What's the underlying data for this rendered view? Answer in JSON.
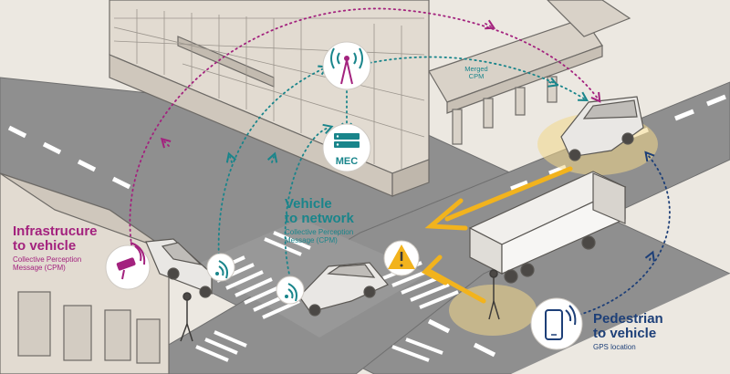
{
  "labels": {
    "i2v_title_line1": "Infrastrucure",
    "i2v_title_line2": "to vehicle",
    "i2v_sub_line1": "Collective Perception",
    "i2v_sub_line2": "Message (CPM)",
    "v2n_title_line1": "Vehicle",
    "v2n_title_line2": "to network",
    "v2n_sub_line1": "Collective Perception",
    "v2n_sub_line2": "Message (CPM)",
    "p2v_title_line1": "Pedestrian",
    "p2v_title_line2": "to vehicle",
    "p2v_sub": "GPS location",
    "merged_line1": "Merged",
    "merged_line2": "CPM",
    "mec": "MEC"
  },
  "colors": {
    "magenta": "#a3227e",
    "teal": "#19858b",
    "navy": "#1d3f78",
    "highlight_yellow": "#f2b31d",
    "road": "#8c8c8c",
    "building": "#d9d2c8"
  },
  "icons": {
    "tower": "radio-tower-icon",
    "server": "server-icon",
    "camera": "cctv-camera-icon",
    "phone": "smartphone-icon",
    "warning": "warning-triangle-icon",
    "signal": "wifi-signal-icon"
  }
}
